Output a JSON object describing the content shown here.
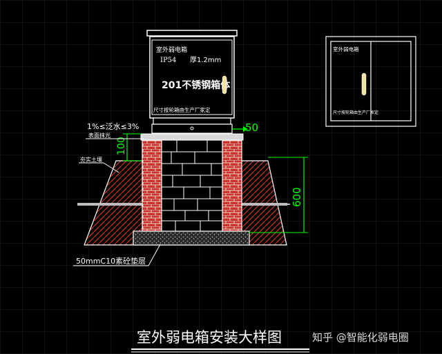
{
  "drawing": {
    "title": "室外弱电箱安装大样图",
    "watermark": "知乎 @智能化弱电圈"
  },
  "cabinet_front": {
    "name_label": "室外弱电箱",
    "rating_label": "IP54",
    "thickness_label": "厚1.2mm",
    "material_label": "201不锈钢箱体",
    "size_note": "尺寸按轮箱由生产厂家定"
  },
  "cabinet_side": {
    "name_label": "室外弱电箱",
    "size_note": "尺寸按轮箱由生产厂家定"
  },
  "annotations": {
    "slope_label": "1%≤泛水≤3%",
    "surface_label": "表面抹光",
    "soil_label": "夯实土壤",
    "cushion_label": "50mmC10素砼垫层"
  },
  "dimensions": {
    "offset": "50",
    "plinth_height": "100",
    "depth": "600"
  },
  "colors": {
    "background": "#000000",
    "grid": "#1f1f1f",
    "outline": "#ffffff",
    "brick": "#c8332b",
    "dimension": "#00ff00",
    "handle": "#f2e3a0"
  }
}
